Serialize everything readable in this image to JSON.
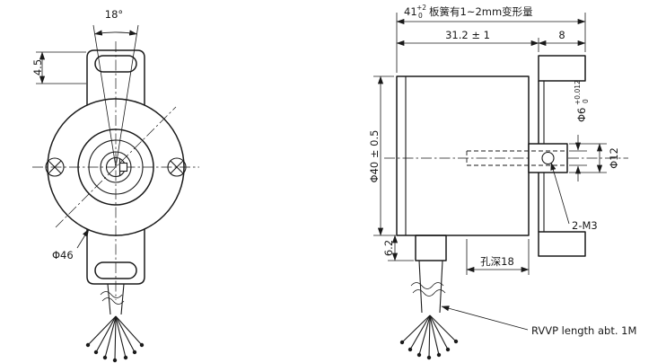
{
  "page": {
    "background": "#ffffff",
    "line_color": "#1a1a1a"
  },
  "front_view": {
    "angle_label": "18°",
    "tab_height_label": "4.5",
    "outer_diameter_label": "Φ46"
  },
  "side_view": {
    "overall_length_value": "41",
    "overall_length_tol_upper": "+2",
    "overall_length_tol_lower": "0",
    "overall_length_note": "板簧有1~2mm变形量",
    "body_length_label": "31.2 ± 1",
    "flange_depth_label": "8",
    "body_diameter_label": "Φ40 ± 0.5",
    "bore_diameter_value": "Φ6",
    "bore_tol_upper": "+0.012",
    "bore_tol_lower": "0",
    "hub_diameter_label": "Φ12",
    "screw_label": "2-M3",
    "cable_boss_height_label": "6.2",
    "bore_depth_label": "孔深18",
    "cable_note": "RVVP length abt. 1M"
  }
}
